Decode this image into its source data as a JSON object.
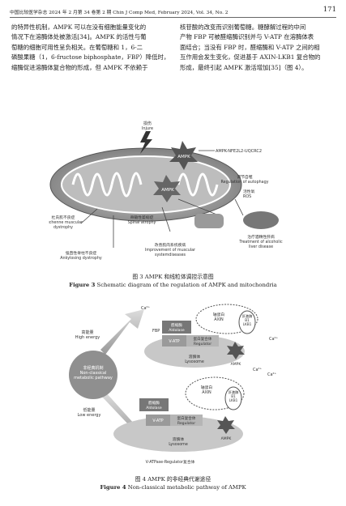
{
  "header": {
    "left": "中国比较医学杂志 2024 年 2 月第 34 卷第 2 期    Chin J Comp Med, February 2024, Vol. 34, No. 2",
    "page": "171"
  },
  "col_left": [
    "的特异性机制，AMPK 可以在没有细胞能量变化的",
    "情况下在溶酶体处被激活[34]。AMPK 的活性与葡",
    "萄糖的细胞可用性呈负相关。在葡萄糖和 1，6-二",
    "磷酸果糖（1，6-fructose biphosphate，FBP）降低时，醛",
    "缩酶促进溶酶体复合物的形成，但 AMPK 不依赖于"
  ],
  "col_right": [
    "核苷酸的改变而识别葡萄糖。糖酵解过程的中间",
    "产物 FBP 可被醛缩酶识别并与 V-ATP 在溶酶体表",
    "面结合；当没有 FBP 时，醛缩酶和 V-ATP 之间的相",
    "互作用会发生变化，促进基于 AXIN-LKB1 复合物的",
    "形成，最终引起 AMPK 激活增加[35]（图 4）。"
  ],
  "fig3": {
    "labels": {
      "injure": "损伤\nInjure",
      "ampk_top": "AMPK",
      "ampk_mid": "AMPK",
      "pathway": "AMPK-NFE2L2-UQCRC2",
      "autophagy": "调节自噬\nRegulation of autophagy",
      "ros": "活性氧\nROS",
      "duchenne": "杜氏肌不良症\nDuchenne muscular\ndystrophy",
      "spinal": "脊髓性萎缩症\nSpinal atrophy",
      "ankylosing": "强直性脊柱不良症\nAnkylosing dystrophy",
      "muscular": "改善肌肉系统疾病\nImprovement of muscular\nsystemdiseases",
      "liver": "治疗酒精性肝病\nTreatment of alcoholic\nliver disease"
    },
    "caption_cn": "图 3    AMPK 和线粒体调控示意图",
    "caption_en_label": "Figure 3",
    "caption_en": "Schematic diagram of the regulation of AMPK and mitochondria"
  },
  "fig4": {
    "labels": {
      "ca": "Ca²⁺",
      "high": "高能量\nHigh energy",
      "low": "低能量\nLow energy",
      "noncl": "非经典机制\nNon-classical\nmetabolic pathway",
      "axin": "轴蛋白\nAXIN",
      "lkb1": "肝激酶\nB1\nLKB1",
      "aldolase": "醛缩酶\nAldolase",
      "fbp": "FBP",
      "vatp": "V-ATP",
      "regulator": "蛋白复合体\nRegulator",
      "lysosome": "溶酶体\nLysosome",
      "ampk": "AMPK",
      "vatpase": "V-ATPase-Regulator复合体"
    },
    "caption_cn": "图 4    AMPK 的非经典代谢途径",
    "caption_en_label": "Figure 4",
    "caption_en": "Non-classical metabolic pathway of AMPK"
  }
}
